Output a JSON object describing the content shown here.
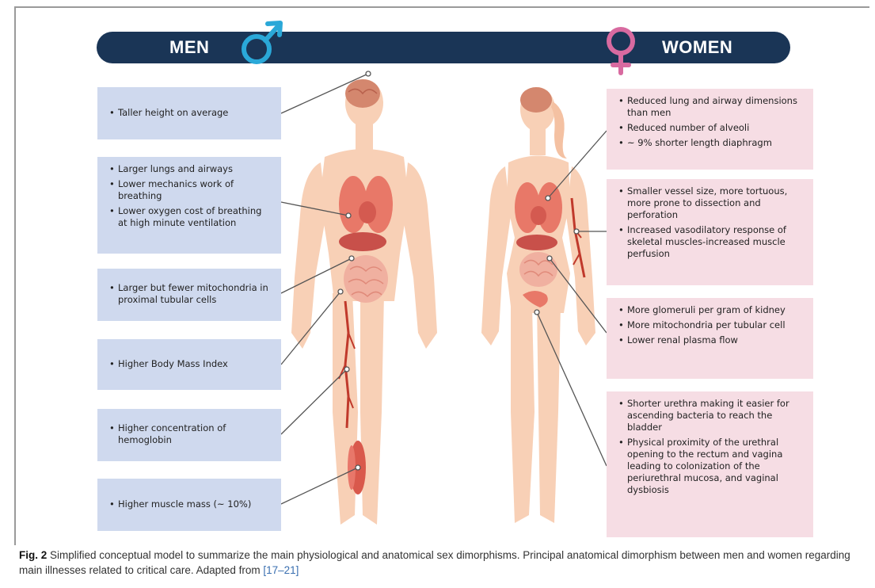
{
  "banner": {
    "men_label": "MEN",
    "women_label": "WOMEN",
    "bar_color": "#1a3556",
    "male_symbol_color": "#2aa8d8",
    "female_symbol_color": "#d86aa0"
  },
  "men_boxes": [
    {
      "items": [
        "Taller height on average"
      ]
    },
    {
      "items": [
        "Larger lungs and airways",
        "Lower mechanics work of breathing",
        "Lower oxygen cost of breathing at high minute ventilation"
      ]
    },
    {
      "items": [
        "Larger but fewer mitochondria in proximal tubular cells"
      ]
    },
    {
      "items": [
        "Higher Body Mass Index"
      ]
    },
    {
      "items": [
        "Higher concentration of hemoglobin"
      ]
    },
    {
      "items": [
        "Higher muscle mass (~ 10%)"
      ]
    }
  ],
  "women_boxes": [
    {
      "items": [
        "Reduced lung and airway dimensions than men",
        "Reduced number of alveoli",
        "~ 9% shorter length diaphragm"
      ]
    },
    {
      "items": [
        "Smaller vessel size, more tortuous, more prone to dissection and perforation",
        "Increased vasodilatory response of skeletal muscles-increased muscle perfusion"
      ]
    },
    {
      "items": [
        "More glomeruli per gram of kidney",
        "More mitochondria per tubular cell",
        "Lower renal plasma flow"
      ]
    },
    {
      "items": [
        "Shorter urethra making it easier for ascending bacteria to reach the bladder",
        "Physical proximity of the urethral opening to the rectum and vagina leading to colonization of the periurethral mucosa, and vaginal dysbiosis"
      ]
    }
  ],
  "caption": {
    "label": "Fig. 2",
    "text": " Simplified conceptual model to summarize the main physiological and anatomical sex dimorphisms. Principal anatomical dimorphism between men and women regarding main illnesses related to critical care. Adapted from ",
    "reference": "[17–21]"
  },
  "colors": {
    "men_box": "#cfd9ee",
    "women_box": "#f6dde4",
    "skin": "#f8d0b6",
    "organ": "#e87868",
    "brain": "#d4876e"
  }
}
